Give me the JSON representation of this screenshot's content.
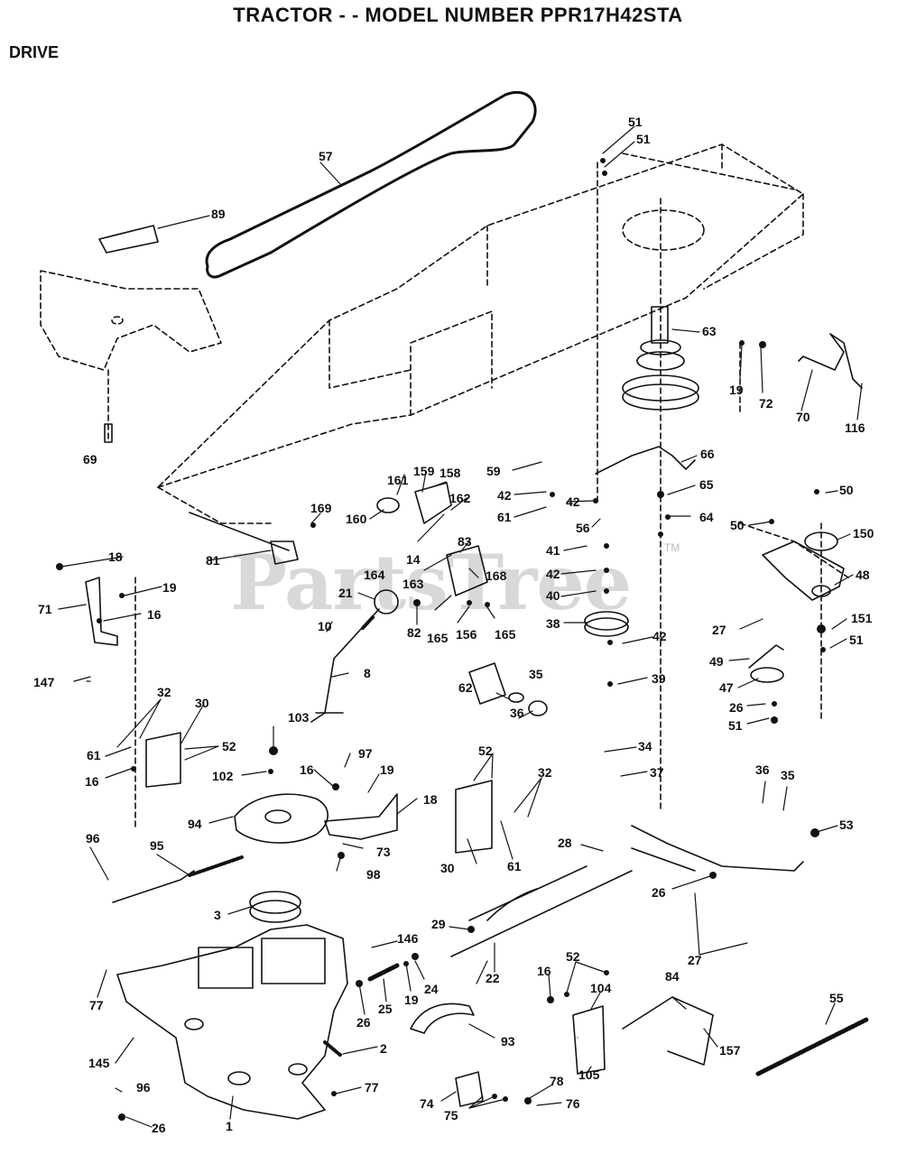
{
  "header": {
    "title": "TRACTOR - - MODEL NUMBER PPR17H42STA",
    "section": "DRIVE"
  },
  "watermark": {
    "text": "PartsTree",
    "trademark": "TM"
  },
  "parts": {
    "p1": "1",
    "p2": "2",
    "p3": "3",
    "p8": "8",
    "p10": "10",
    "p14": "14",
    "p16a": "16",
    "p16b": "16",
    "p16c": "16",
    "p16d": "16",
    "p18a": "18",
    "p18b": "18",
    "p19a": "19",
    "p19b": "19",
    "p19c": "19",
    "p19d": "19",
    "p21": "21",
    "p22": "22",
    "p24": "24",
    "p25": "25",
    "p26a": "26",
    "p26b": "26",
    "p26c": "26",
    "p26d": "26",
    "p27a": "27",
    "p27b": "27",
    "p28": "28",
    "p29": "29",
    "p30a": "30",
    "p30b": "30",
    "p32a": "32",
    "p32b": "32",
    "p34": "34",
    "p35a": "35",
    "p35b": "35",
    "p36a": "36",
    "p36b": "36",
    "p37": "37",
    "p38": "38",
    "p39": "39",
    "p40": "40",
    "p41": "41",
    "p42a": "42",
    "p42b": "42",
    "p42c": "42",
    "p42d": "42",
    "p47": "47",
    "p48": "48",
    "p49": "49",
    "p50a": "50",
    "p50b": "50",
    "p51a": "51",
    "p51b": "51",
    "p51c": "51",
    "p51d": "51",
    "p52a": "52",
    "p52b": "52",
    "p52c": "52",
    "p53": "53",
    "p55": "55",
    "p56": "56",
    "p57": "57",
    "p59": "59",
    "p61a": "61",
    "p61b": "61",
    "p61c": "61",
    "p62": "62",
    "p63": "63",
    "p64": "64",
    "p65": "65",
    "p66": "66",
    "p69": "69",
    "p70": "70",
    "p71": "71",
    "p72": "72",
    "p73": "73",
    "p74": "74",
    "p75": "75",
    "p76": "76",
    "p77a": "77",
    "p77b": "77",
    "p78": "78",
    "p81": "81",
    "p82": "82",
    "p83": "83",
    "p84": "84",
    "p89": "89",
    "p93": "93",
    "p94": "94",
    "p95": "95",
    "p96a": "96",
    "p96b": "96",
    "p97": "97",
    "p98": "98",
    "p102": "102",
    "p103": "103",
    "p104": "104",
    "p105": "105",
    "p116": "116",
    "p145": "145",
    "p146": "146",
    "p147": "147",
    "p150": "150",
    "p151": "151",
    "p156": "156",
    "p157": "157",
    "p158": "158",
    "p159": "159",
    "p160": "160",
    "p161": "161",
    "p162": "162",
    "p163": "163",
    "p164": "164",
    "p165a": "165",
    "p165b": "165",
    "p168": "168",
    "p169": "169"
  }
}
